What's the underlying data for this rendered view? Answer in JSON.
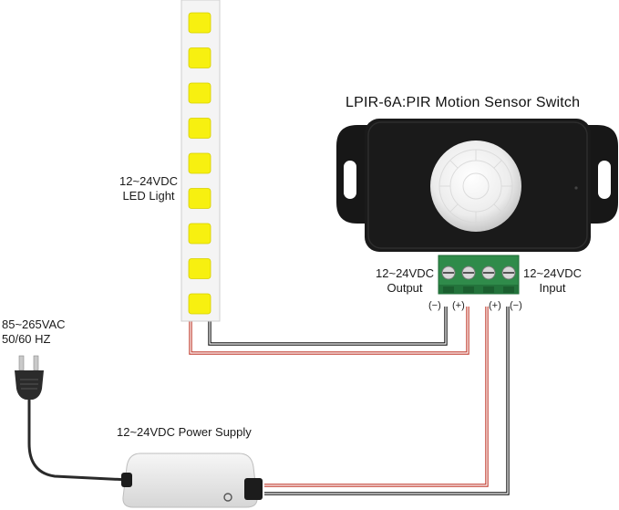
{
  "device": {
    "title": "LPIR-6A:PIR Motion Sensor Switch",
    "output_label": [
      "12~24VDC",
      "Output"
    ],
    "input_label": [
      "12~24VDC",
      "Input"
    ],
    "terminal_polarity": [
      "(−)",
      "(+)",
      "(+)",
      "(−)"
    ],
    "colors": {
      "housing": "#151515",
      "terminal_block": "#2f8b4a",
      "lens": "#f2f2f2"
    }
  },
  "led_strip": {
    "label": [
      "12~24VDC",
      "LED Light"
    ],
    "led_count": 9,
    "colors": {
      "strip": "#f4f4f4",
      "led": "#f7f010"
    }
  },
  "mains": {
    "label": [
      "85~265VAC",
      "50/60 HZ"
    ],
    "icon": "ac-plug-icon"
  },
  "power_supply": {
    "label": "12~24VDC Power Supply",
    "colors": {
      "body": "#ebebeb"
    }
  },
  "wire_colors": {
    "positive": "#c0392b",
    "negative": "#222222"
  }
}
